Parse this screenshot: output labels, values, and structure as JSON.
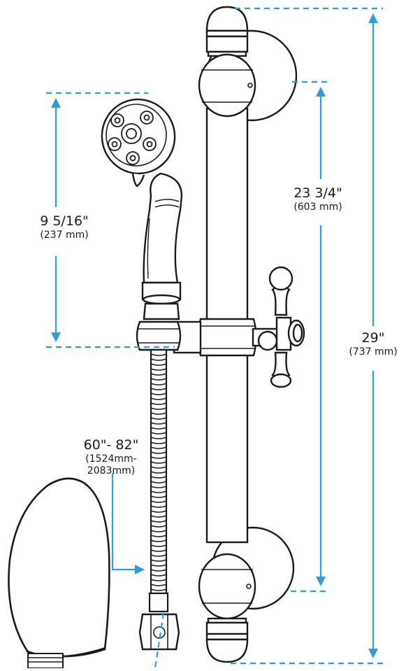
{
  "colors": {
    "dimension": "#2d9fd8",
    "outline": "#1a1a1a",
    "fill": "#ffffff"
  },
  "dimensions": {
    "handshower": {
      "imperial": "9 5/16\"",
      "metric": "(237 mm)"
    },
    "slide_bar": {
      "imperial": "23 3/4\"",
      "metric": "(603 mm)"
    },
    "overall": {
      "imperial": "29\"",
      "metric": "(737 mm)"
    },
    "hose": {
      "imperial": "60\"- 82\"",
      "metric_line1": "(1524mm-",
      "metric_line2": "2083mm)"
    }
  }
}
